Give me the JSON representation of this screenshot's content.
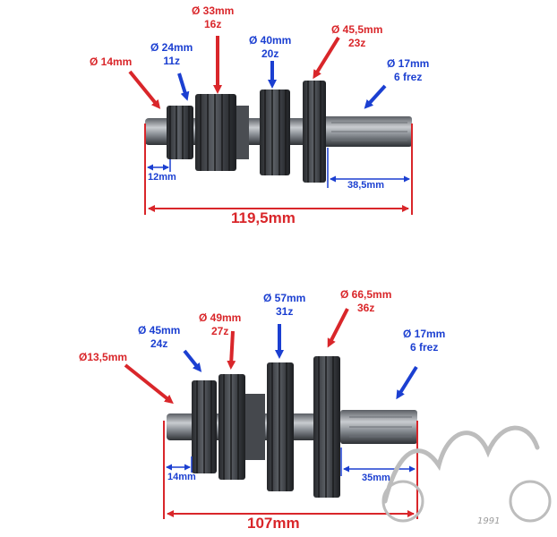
{
  "colors": {
    "red": "#d9262a",
    "blue": "#1b3fd1",
    "steel": "#3a3d42",
    "steel_light": "#8b9096",
    "watermark": "#9a9a9a"
  },
  "top_shaft": {
    "labels": [
      {
        "line1": "Ø 14mm",
        "line2": "",
        "color": "red"
      },
      {
        "line1": "Ø 24mm",
        "line2": "11z",
        "color": "blue"
      },
      {
        "line1": "Ø 33mm",
        "line2": "16z",
        "color": "red"
      },
      {
        "line1": "Ø 40mm",
        "line2": "20z",
        "color": "blue"
      },
      {
        "line1": "Ø 45,5mm",
        "line2": "23z",
        "color": "red"
      },
      {
        "line1": "Ø 17mm",
        "line2": "6 frez",
        "color": "blue"
      }
    ],
    "dims": {
      "left": "12mm",
      "right": "38,5mm",
      "total": "119,5mm"
    }
  },
  "bottom_shaft": {
    "labels": [
      {
        "line1": "Ø13,5mm",
        "line2": "",
        "color": "red"
      },
      {
        "line1": "Ø 45mm",
        "line2": "24z",
        "color": "blue"
      },
      {
        "line1": "Ø 49mm",
        "line2": "27z",
        "color": "red"
      },
      {
        "line1": "Ø 57mm",
        "line2": "31z",
        "color": "blue"
      },
      {
        "line1": "Ø 66,5mm",
        "line2": "36z",
        "color": "red"
      },
      {
        "line1": "Ø 17mm",
        "line2": "6 frez",
        "color": "blue"
      }
    ],
    "dims": {
      "left": "14mm",
      "right": "35mm",
      "total": "107mm"
    }
  },
  "watermark": {
    "year": "1991"
  }
}
